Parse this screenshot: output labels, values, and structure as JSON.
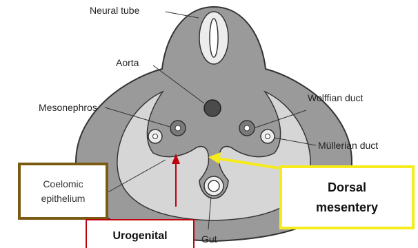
{
  "labels": {
    "neural_tube": "Neural tube",
    "aorta": "Aorta",
    "mesonephros": "Mesonephros",
    "wolffian_duct": "Wolffian duct",
    "mullerian_duct": "Müllerian duct",
    "gut": "Gut"
  },
  "highlights": {
    "coelomic_line1": "Coelomic",
    "coelomic_line2": "epithelium",
    "dorsal_line1": "Dorsal",
    "dorsal_line2": "mesentery",
    "urogenital": "Urogenital"
  },
  "colors": {
    "body_fill": "#9a9a9a",
    "cavity_fill": "#d6d6d6",
    "outline": "#333333",
    "coelomic_border": "#7b5a12",
    "dorsal_border_arrow": "#f6ec1c",
    "urogenital_border_arrow": "#c0000f"
  }
}
